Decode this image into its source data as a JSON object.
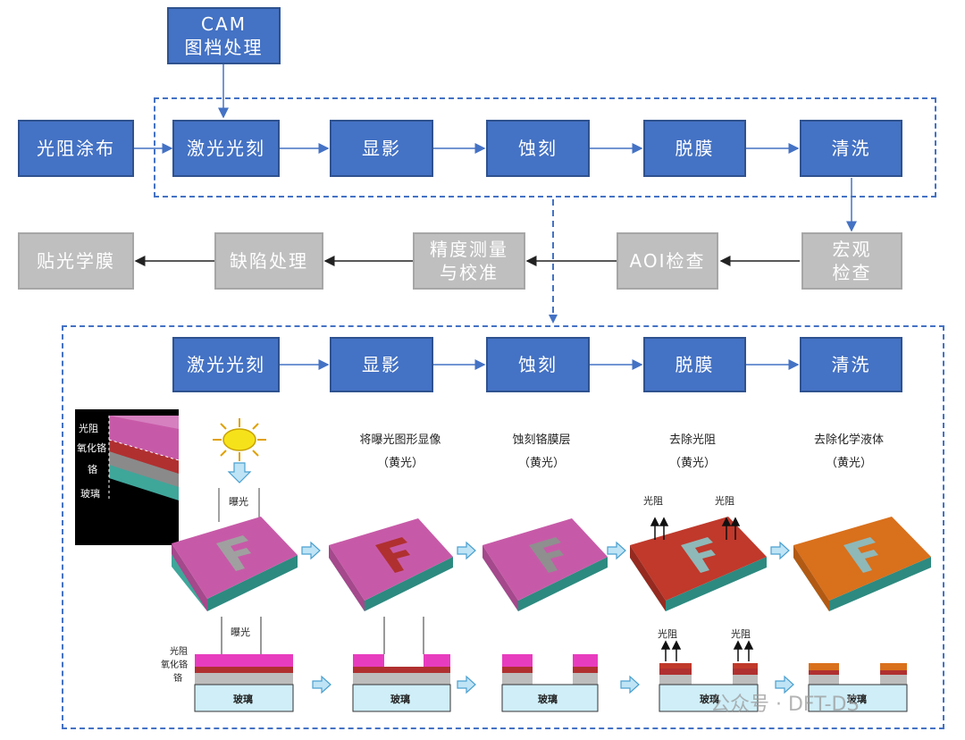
{
  "flow": {
    "cam": [
      "CAM",
      "图档处理"
    ],
    "coat": "光阻涂布",
    "top_steps": [
      "激光光刻",
      "显影",
      "蚀刻",
      "脱膜",
      "清洗"
    ],
    "macro": [
      "宏观",
      "检查"
    ],
    "aoi": "AOI检查",
    "precision": [
      "精度测量",
      "与校准"
    ],
    "defect": "缺陷处理",
    "film": "贴光学膜",
    "bottom_steps": [
      "激光光刻",
      "显影",
      "蚀刻",
      "脱膜",
      "清洗"
    ]
  },
  "process": {
    "stage_titles": [
      "将曝光图形显像",
      "蚀刻铬膜层",
      "去除光阻",
      "去除化学液体"
    ],
    "stage_sub": "（黄光）",
    "exposure": "曝光",
    "photoresist": "光阻",
    "layers": [
      "光阻",
      "氧化铬",
      "铬",
      "玻璃"
    ],
    "glass": "玻璃"
  },
  "colors": {
    "blue_box": "#4472c4",
    "gray_box": "#bfbfbf",
    "magenta": "#c75aa8",
    "red": "#c0392b",
    "orange": "#d9701c",
    "teal": "#3fa69a",
    "glass": "#cfeef8"
  },
  "watermark": "公众号 · DFT-DS"
}
